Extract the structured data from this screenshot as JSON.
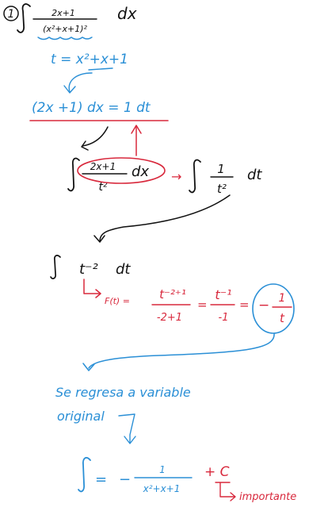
{
  "colors": {
    "ink": "#111111",
    "blue": "#2a8fd6",
    "red": "#d8283c",
    "paper": "#ffffff"
  },
  "step1": {
    "number": "1",
    "numerator": "2x+1",
    "denominator": "(x²+x+1)²",
    "dx": "dx"
  },
  "substitution": "t = x²+x+1",
  "differential": "(2x +1) dx = 1 dt",
  "step2": {
    "numerator": "2x+1",
    "denominator": "t²",
    "dx": "dx",
    "rhs_numerator": "1",
    "rhs_denominator": "t²",
    "rhs_dt": "dt"
  },
  "step3": {
    "integrand": "t⁻²",
    "dt": "dt"
  },
  "antiderivative": {
    "label": "F(t) =",
    "frac1_num": "t⁻²⁺¹",
    "frac1_den": "-2+1",
    "eq1": "=",
    "frac2_num": "t⁻¹",
    "frac2_den": "-1",
    "eq2": "=",
    "minus": "−",
    "frac3_num": "1",
    "frac3_den": "t"
  },
  "note_line1": "Se regresa a variable",
  "note_line2": "original",
  "result": {
    "eq": "=",
    "minus": "−",
    "numerator": "1",
    "denominator": "x²+x+1",
    "constant": "+ C",
    "constant_note": "importante"
  }
}
